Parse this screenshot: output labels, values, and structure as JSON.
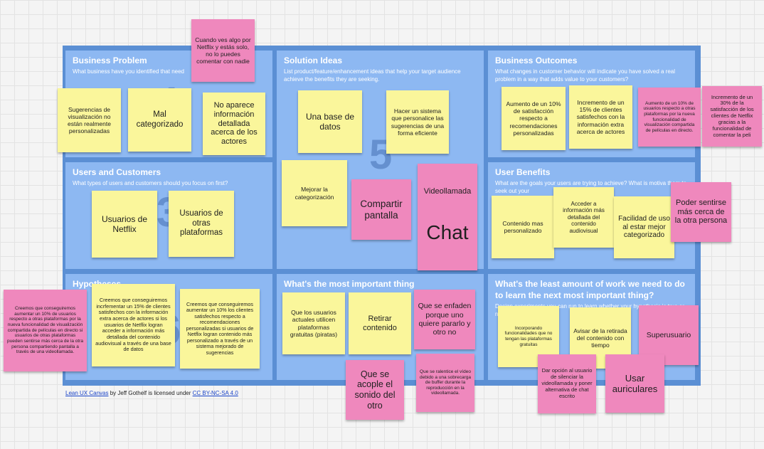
{
  "footer": {
    "link1": "Lean UX Canvas",
    "mid": " by Jeff Gothelf is licensed under ",
    "link2": "CC BY-NC-SA 4.0"
  },
  "sections": {
    "business_problem": {
      "title": "Business Problem",
      "subtitle": "What business have you identified that need",
      "number": "1"
    },
    "solution_ideas": {
      "title": "Solution Ideas",
      "subtitle": "List product/feature/enhancement ideas that help your target audience achieve the benefits they are seeking.",
      "number": "5"
    },
    "business_outcomes": {
      "title": "Business Outcomes",
      "subtitle": "What changes in customer behavior will indicate you have solved a real problem in a way that adds value to your customers?"
    },
    "users_customers": {
      "title": "Users and Customers",
      "subtitle": "What types of users and customers should you focus on first?",
      "number": "3"
    },
    "user_benefits": {
      "title": "User Benefits",
      "subtitle": "What are the goals your users are trying to achieve? What is motiva them to seek out your"
    },
    "hypotheses": {
      "title": "Hypotheses",
      "number": "6"
    },
    "important_thing": {
      "title": "What's the most important thing"
    },
    "least_work": {
      "title": "What's the least amount of work we need to do to learn the next most important thing?",
      "subtitle": "Design experiments you can run to learn whether your hypothesis is true or not."
    }
  },
  "notes": {
    "netflix_alone": "Cuando ves algo por Netflix y estás solo, no lo puedes comentar con nadie",
    "sugerencias": "Sugerencias de visualización no están realmente personalizadas",
    "mal_cat": "Mal categorizado",
    "no_aparece": "No aparece información detallada acerca de los actores",
    "base_datos": "Una base de datos",
    "sistema_pers": "Hacer un sistema que personalice las sugerencias de una forma eficiente",
    "aumento_10_sat": "Aumento de un 10% de satisfacción respecto a recomendaciones personalizadas",
    "incremento_15": "Incremento de un 15% de clientes satisfechos con la información extra acerca de actores",
    "aumento_10_otras": "Aumento de un 10% de usuarios respecto a otras plataformas por la nueva funcionalidad de visualización compartida de películas en directo.",
    "incremento_30": "Incremento de un 30% de la satisfacción de los clientes de Netflix gracias a la funcionalidad de comentar la peli",
    "usuarios_netflix": "Usuarios de Netflix",
    "usuarios_otras": "Usuarios de otras plataformas",
    "mejorar_cat": "Mejorar la categorización",
    "compartir": "Compartir pantalla",
    "videollamada": "Videollamada",
    "chat": "Chat",
    "contenido_pers": "Contenido mas personalizado",
    "acceder_info": "Acceder a información más detallada del contenido audiovisual",
    "facilidad": "Facilidad de uso al estar mejor categorizado",
    "poder_sentirse": "Poder sentirse más cerca de la otra persona",
    "creemos_10": "Creemos que conseguiremos aumentar un 10% de usuarios respecto a otras plataformas por la nueva funcionalidad de visualización compartida de películas en directo si usuarios de otras plataformas pueden sentirse más cerca de la otra persona compartiendo pantalla a través de una videollamada.",
    "creemos_15": "Creemos que conseguiremos incrfementar un 15% de clientes satisfechos con la información extra acerca de actores si los usuarios de Netflix logran acceder a información más detallada del contenido audiovisual a través de una base de datos",
    "creemos_10b": "Creemos que conseguiremos aumentar un 10% los clientes satisfechos respecto a recomendaciones personalizadas si usuarios de Netflix logran contenido más personalizado a través de un sistema mejorado de sugerencias",
    "piratas": "Que los usuarios actuales utilicen plataformas gratuitas (piratas)",
    "retirar": "Retirar contenido",
    "enfaden": "Que se enfaden porque uno quiere pararlo y otro no",
    "acople": "Que se acople el sonido del otro",
    "ralentice": "Que se ralentice el vídeo debido a una sobrecarga de buffer durante la reproducción en la videollamada.",
    "incorporando": "Incorporando funcionalidades que no tengan las plataformas gratuitas",
    "avisar": "Avisar de la retirada del contenido con tiempo",
    "superusuario": "Superusuario",
    "dar_opcion": "Dar opción al usuario de silenciar la videollamada y poner alternativa de chat escrito",
    "auriculares": "Usar auriculares"
  }
}
